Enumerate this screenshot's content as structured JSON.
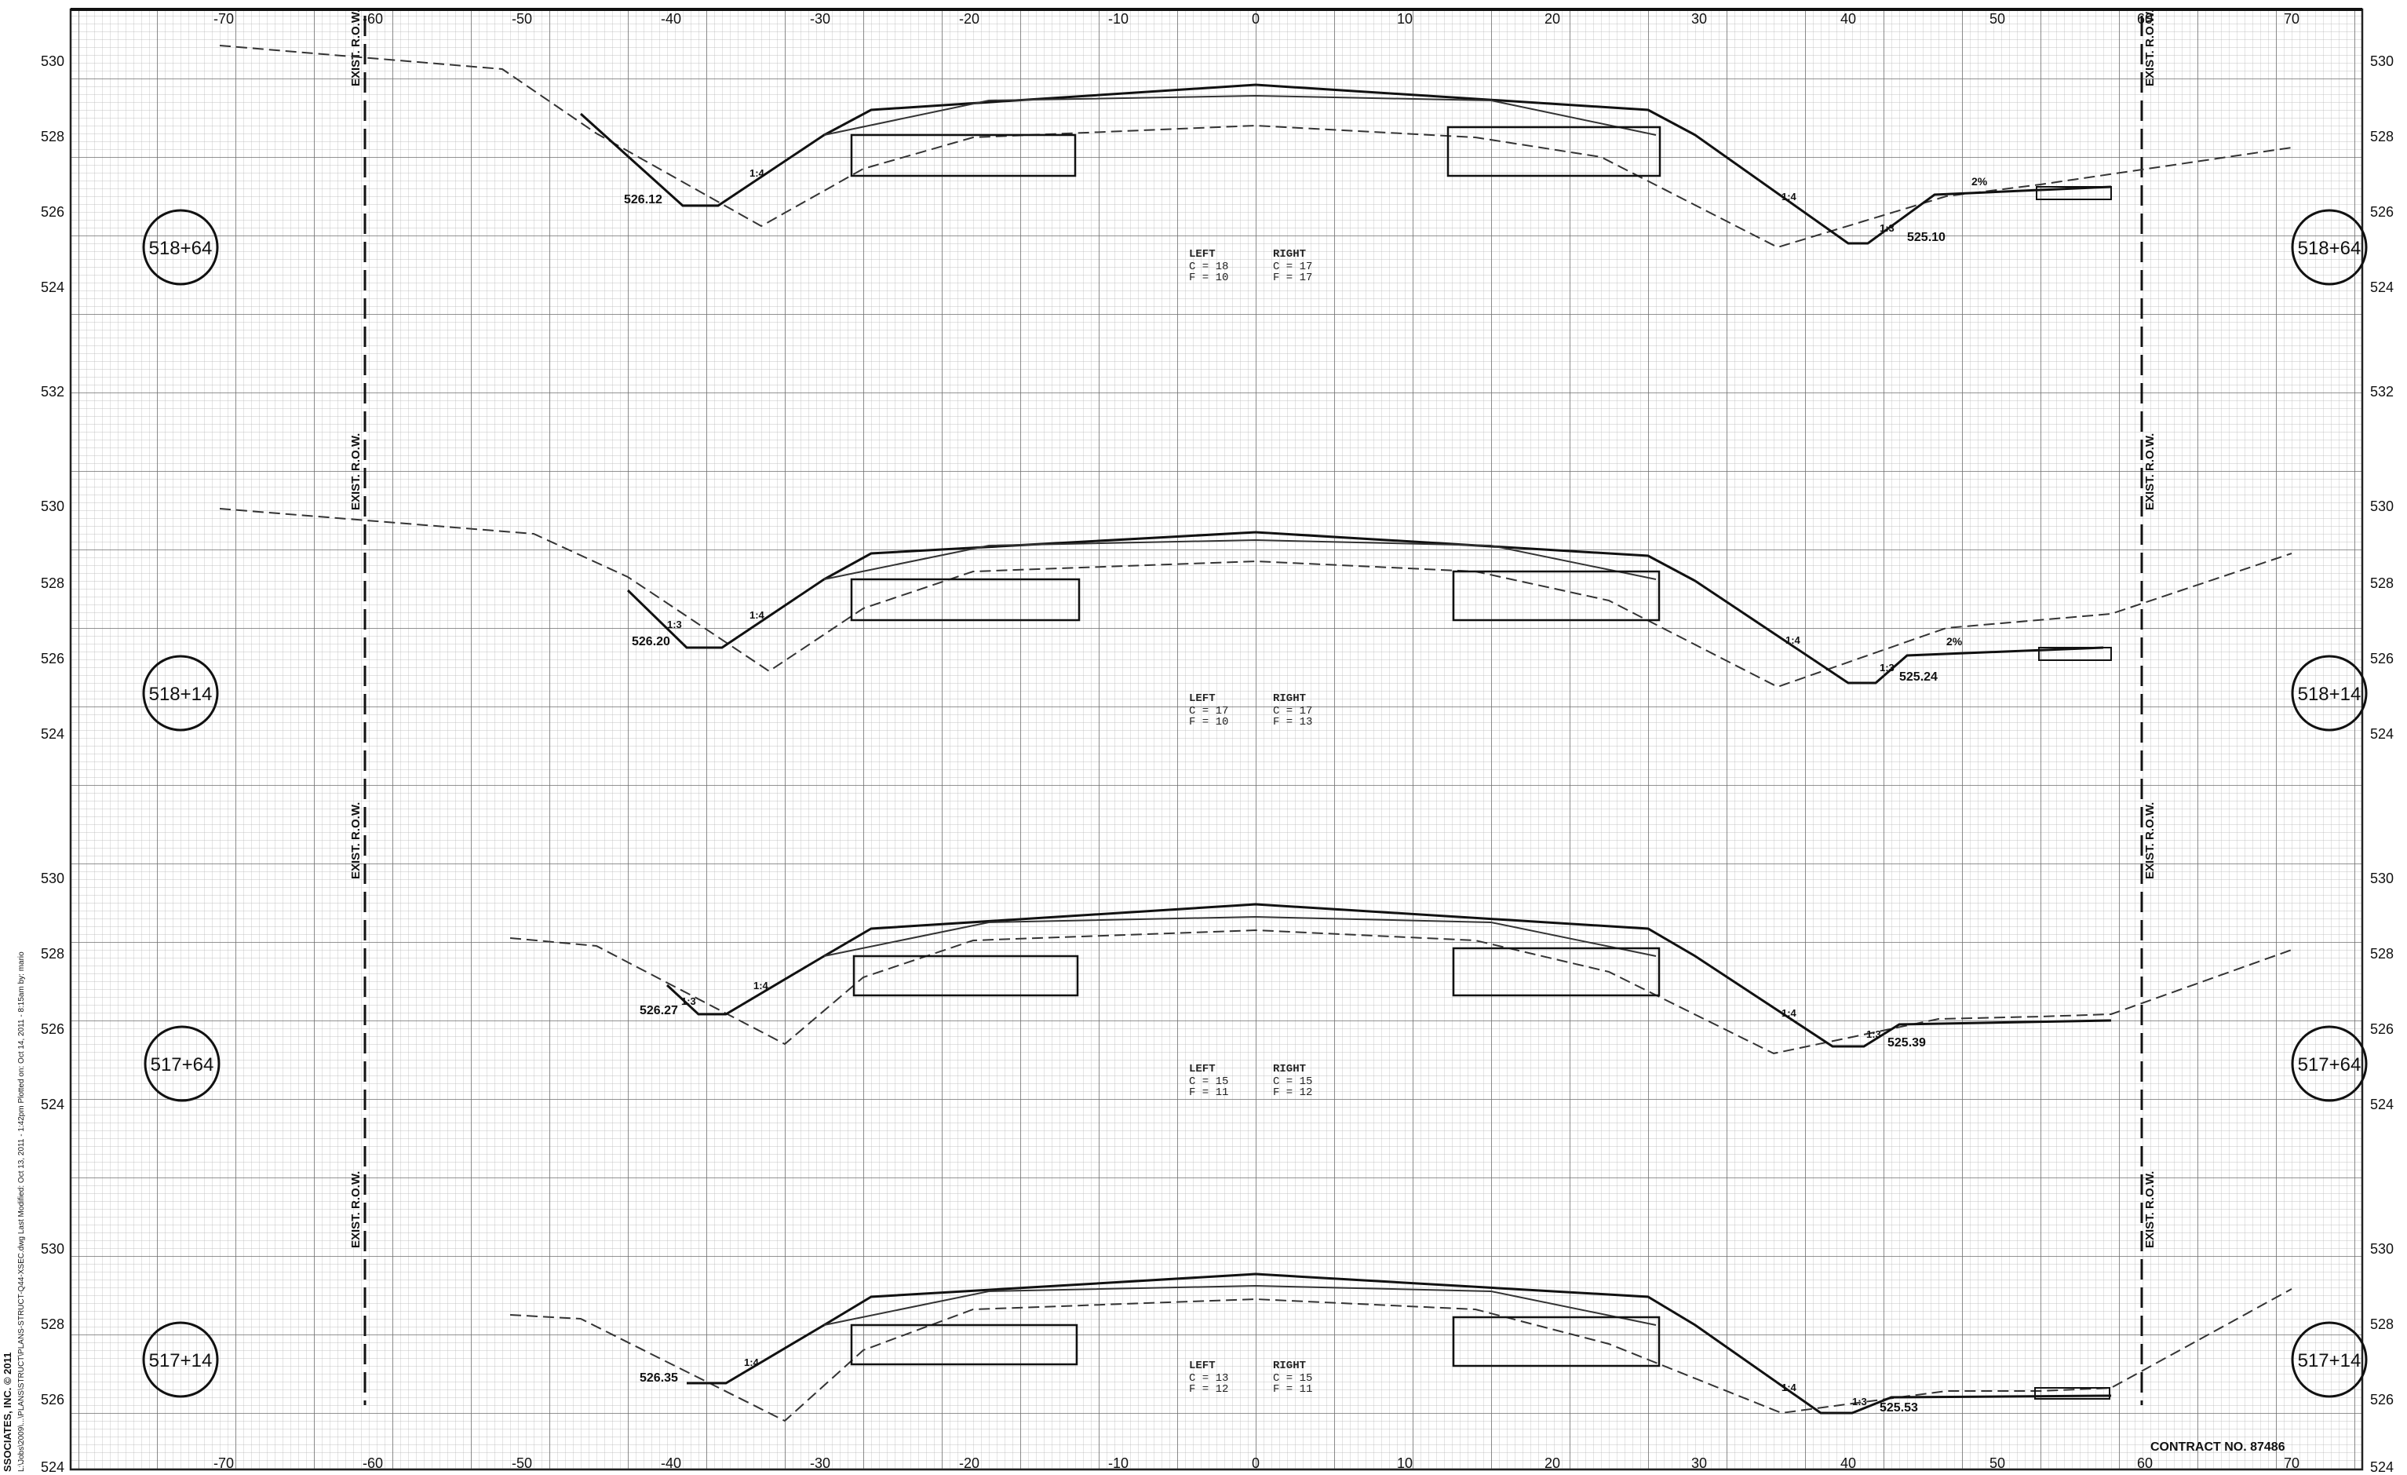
{
  "sheet": {
    "contract": "CONTRACT NO. 87486",
    "copyright": "SSOCIATES, INC. © 2011",
    "filepath": "L:\\Jobs\\2009\\...\\PLANS\\STRUCT\\PLANS-STRUCT-Q44-XSEC.dwg  Last Modified: Oct 13, 2011 - 1:42pm  Plotted on: Oct 14, 2011 - 8:15am  by: mario",
    "row_label": "EXIST. R.O.W.",
    "offsets": [
      "-70",
      "-60",
      "-50",
      "-40",
      "-30",
      "-20",
      "-10",
      "0",
      "10",
      "20",
      "30",
      "40",
      "50",
      "60",
      "70"
    ],
    "left_label": "LEFT",
    "right_label": "RIGHT",
    "slope_label": "1:4",
    "slope_label_b": "1:3",
    "pct_label": "2%"
  },
  "panels": [
    {
      "station": "518+64",
      "elevations": [
        "530",
        "528",
        "526",
        "524"
      ],
      "left_elev": "526.12",
      "right_elev": "525.10",
      "left_c": "C = 18",
      "left_f": "F = 10",
      "right_c": "C = 17",
      "right_f": "F = 17"
    },
    {
      "station": "518+14",
      "elevations": [
        "532",
        "530",
        "528",
        "526",
        "524"
      ],
      "left_elev": "526.20",
      "right_elev": "525.24",
      "left_c": "C = 17",
      "left_f": "F = 10",
      "right_c": "C = 17",
      "right_f": "F = 13"
    },
    {
      "station": "517+64",
      "elevations": [
        "530",
        "528",
        "526",
        "524"
      ],
      "left_elev": "526.27",
      "right_elev": "525.39",
      "left_c": "C = 15",
      "left_f": "F = 11",
      "right_c": "C = 15",
      "right_f": "F = 12"
    },
    {
      "station": "517+14",
      "elevations": [
        "530",
        "528",
        "526",
        "524"
      ],
      "left_elev": "526.35",
      "right_elev": "525.53",
      "left_c": "C = 13",
      "left_f": "F = 12",
      "right_c": "C = 15",
      "right_f": "F = 11"
    }
  ]
}
